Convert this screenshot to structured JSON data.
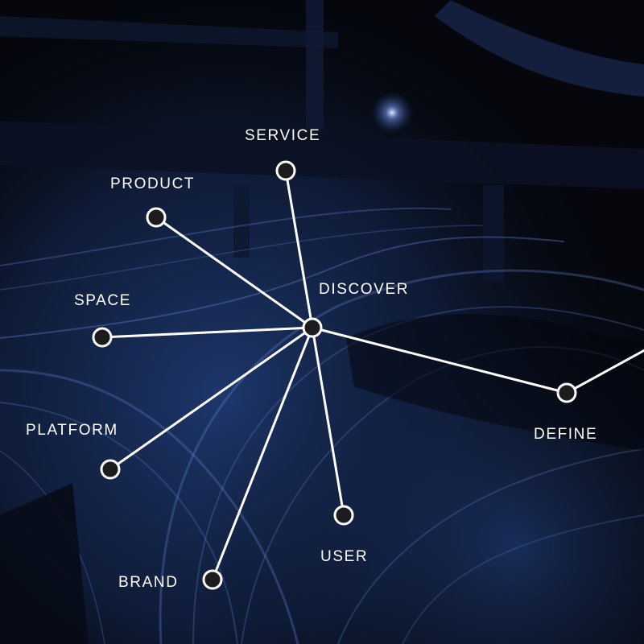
{
  "colors": {
    "line": "#ffffff",
    "node_fill": "#1c1c1e",
    "label": "#ffffff",
    "background_dark": "#05070d",
    "background_blue": "#1e3a78"
  },
  "hub": {
    "id": "discover",
    "label": "DISCOVER"
  },
  "nodes": [
    {
      "id": "service",
      "label": "SERVICE"
    },
    {
      "id": "product",
      "label": "PRODUCT"
    },
    {
      "id": "space",
      "label": "SPACE"
    },
    {
      "id": "platform",
      "label": "PLATFORM"
    },
    {
      "id": "brand",
      "label": "BRAND"
    },
    {
      "id": "user",
      "label": "USER"
    },
    {
      "id": "define",
      "label": "DEFINE"
    }
  ],
  "edges": [
    [
      "discover",
      "service"
    ],
    [
      "discover",
      "product"
    ],
    [
      "discover",
      "space"
    ],
    [
      "discover",
      "platform"
    ],
    [
      "discover",
      "brand"
    ],
    [
      "discover",
      "user"
    ],
    [
      "discover",
      "define"
    ],
    [
      "define",
      "offscreen-right"
    ]
  ]
}
